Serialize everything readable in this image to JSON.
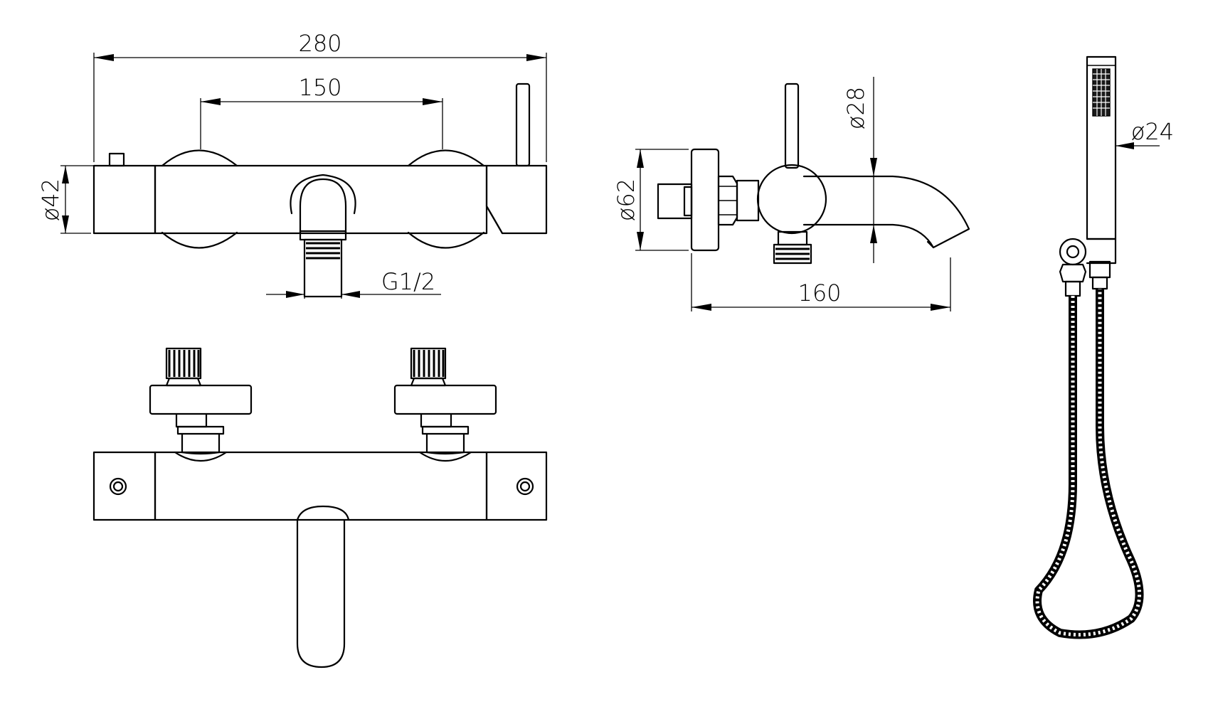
{
  "labels": {
    "width_total": "280",
    "inlet_spacing": "150",
    "body_diameter": "ø42",
    "thread": "G1/2",
    "spout_reach": "160",
    "spout_diameter": "ø28",
    "rosette_diameter": "ø62",
    "handshower_diameter": "ø24"
  }
}
